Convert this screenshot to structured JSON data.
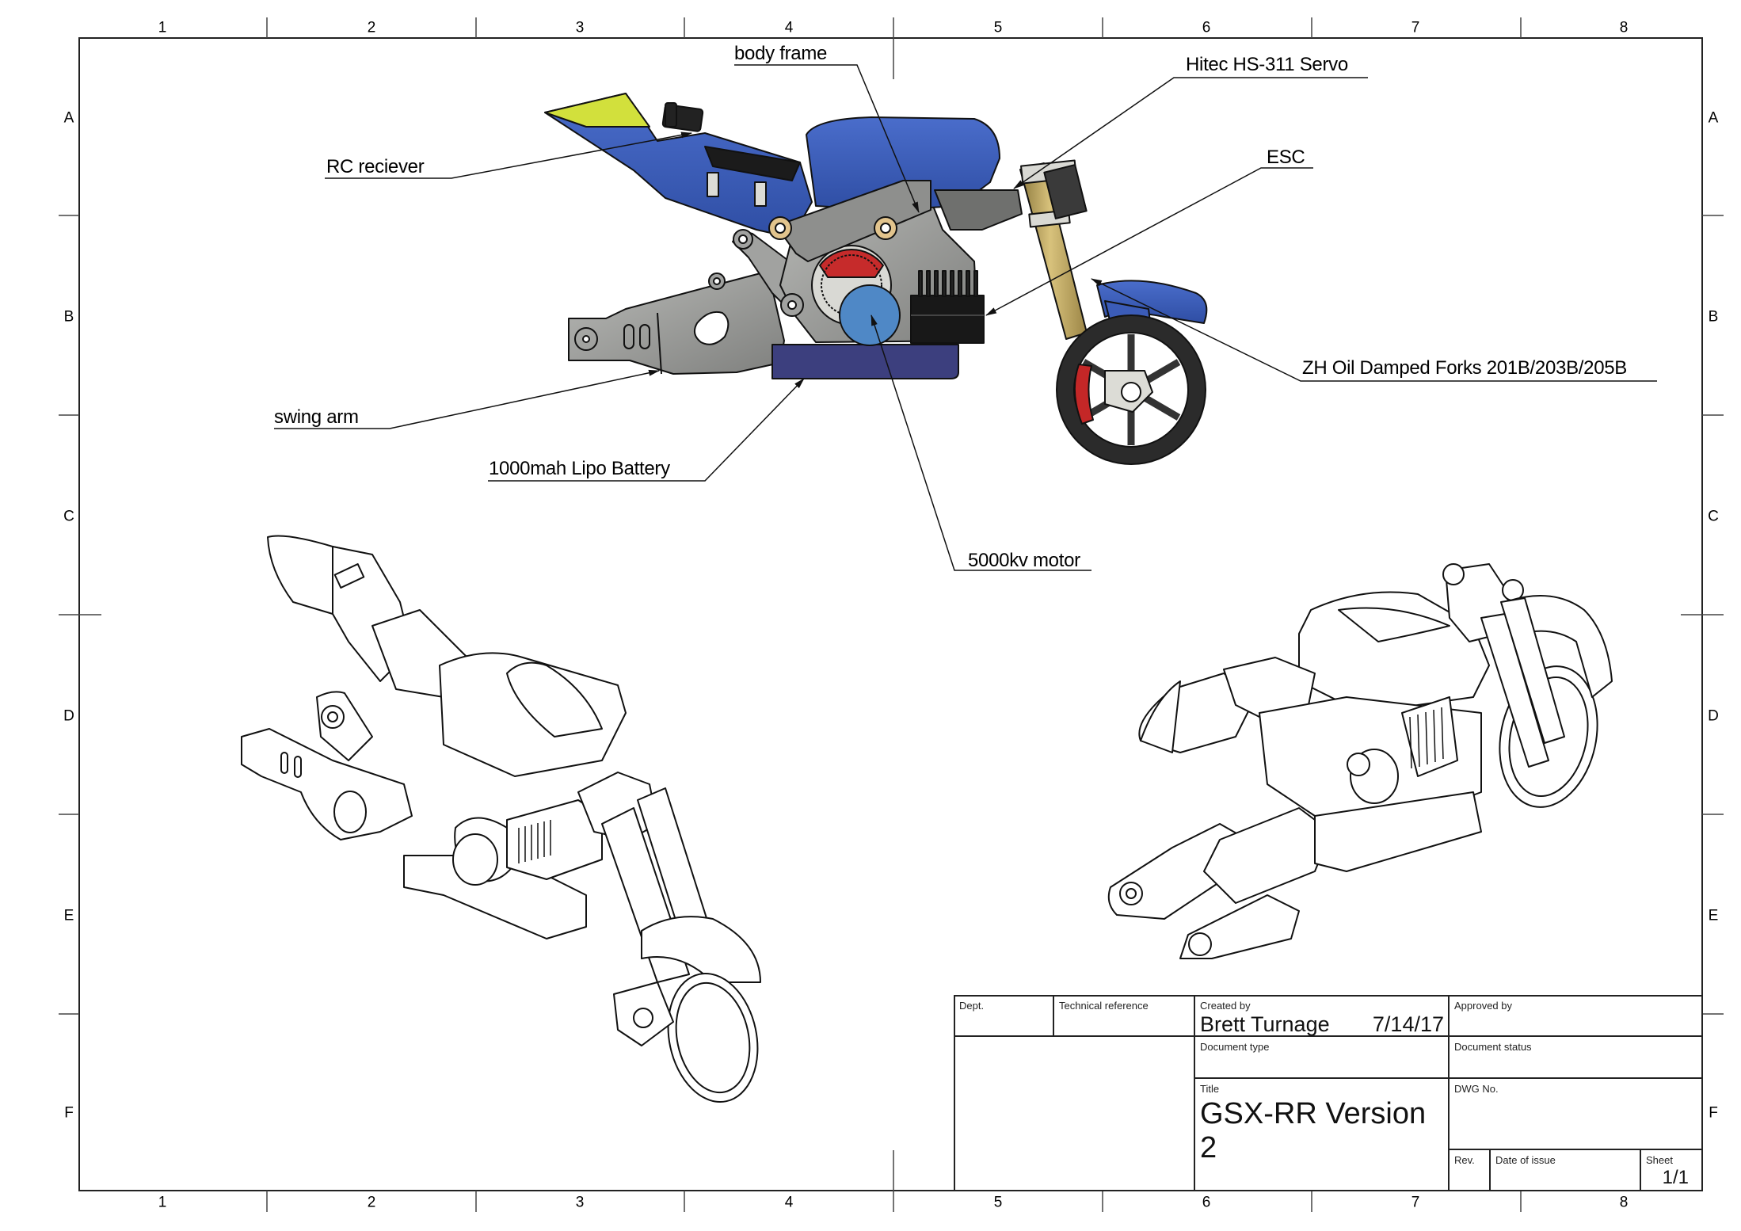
{
  "document": {
    "type": "engineering-drawing",
    "border": {
      "columns": [
        "1",
        "2",
        "3",
        "4",
        "5",
        "6",
        "7",
        "8"
      ],
      "rows": [
        "A",
        "B",
        "C",
        "D",
        "E",
        "F"
      ]
    },
    "callouts": [
      {
        "id": "body-frame",
        "label": "body frame"
      },
      {
        "id": "hitec-servo",
        "label": "Hitec HS-311 Servo"
      },
      {
        "id": "rc-receiver",
        "label": "RC reciever"
      },
      {
        "id": "esc",
        "label": "ESC"
      },
      {
        "id": "forks",
        "label": "ZH Oil Damped Forks 201B/203B/205B"
      },
      {
        "id": "swing-arm",
        "label": "swing arm"
      },
      {
        "id": "battery",
        "label": "1000mah Lipo Battery"
      },
      {
        "id": "motor",
        "label": "5000kv motor"
      }
    ],
    "views": [
      {
        "name": "side-view",
        "style": "shaded"
      },
      {
        "name": "isometric-front-left",
        "style": "line"
      },
      {
        "name": "isometric-rear-right",
        "style": "line"
      }
    ],
    "colors": {
      "fairing_blue": "#3b5cb8",
      "tail_yellow": "#d2e03c",
      "frame_grey": "#9c9d9b",
      "motor_blue": "#4f88c6",
      "battery_navy": "#3c3f7e",
      "fork_gold": "#c8b06a",
      "brake_red": "#c42727",
      "dark": "#1b1b1b"
    }
  },
  "title_block": {
    "dept": {
      "caption": "Dept.",
      "value": ""
    },
    "technical_reference": {
      "caption": "Technical reference",
      "value": ""
    },
    "created_by": {
      "caption": "Created by",
      "value": "Brett Turnage",
      "date": "7/14/17"
    },
    "approved_by": {
      "caption": "Approved by",
      "value": ""
    },
    "document_type": {
      "caption": "Document type",
      "value": ""
    },
    "document_status": {
      "caption": "Document status",
      "value": ""
    },
    "title": {
      "caption": "Title",
      "value": "GSX-RR Version 2"
    },
    "dwg_no": {
      "caption": "DWG No.",
      "value": ""
    },
    "rev": {
      "caption": "Rev.",
      "value": ""
    },
    "date_of_issue": {
      "caption": "Date of issue",
      "value": ""
    },
    "sheet": {
      "caption": "Sheet",
      "value": "1/1"
    }
  }
}
